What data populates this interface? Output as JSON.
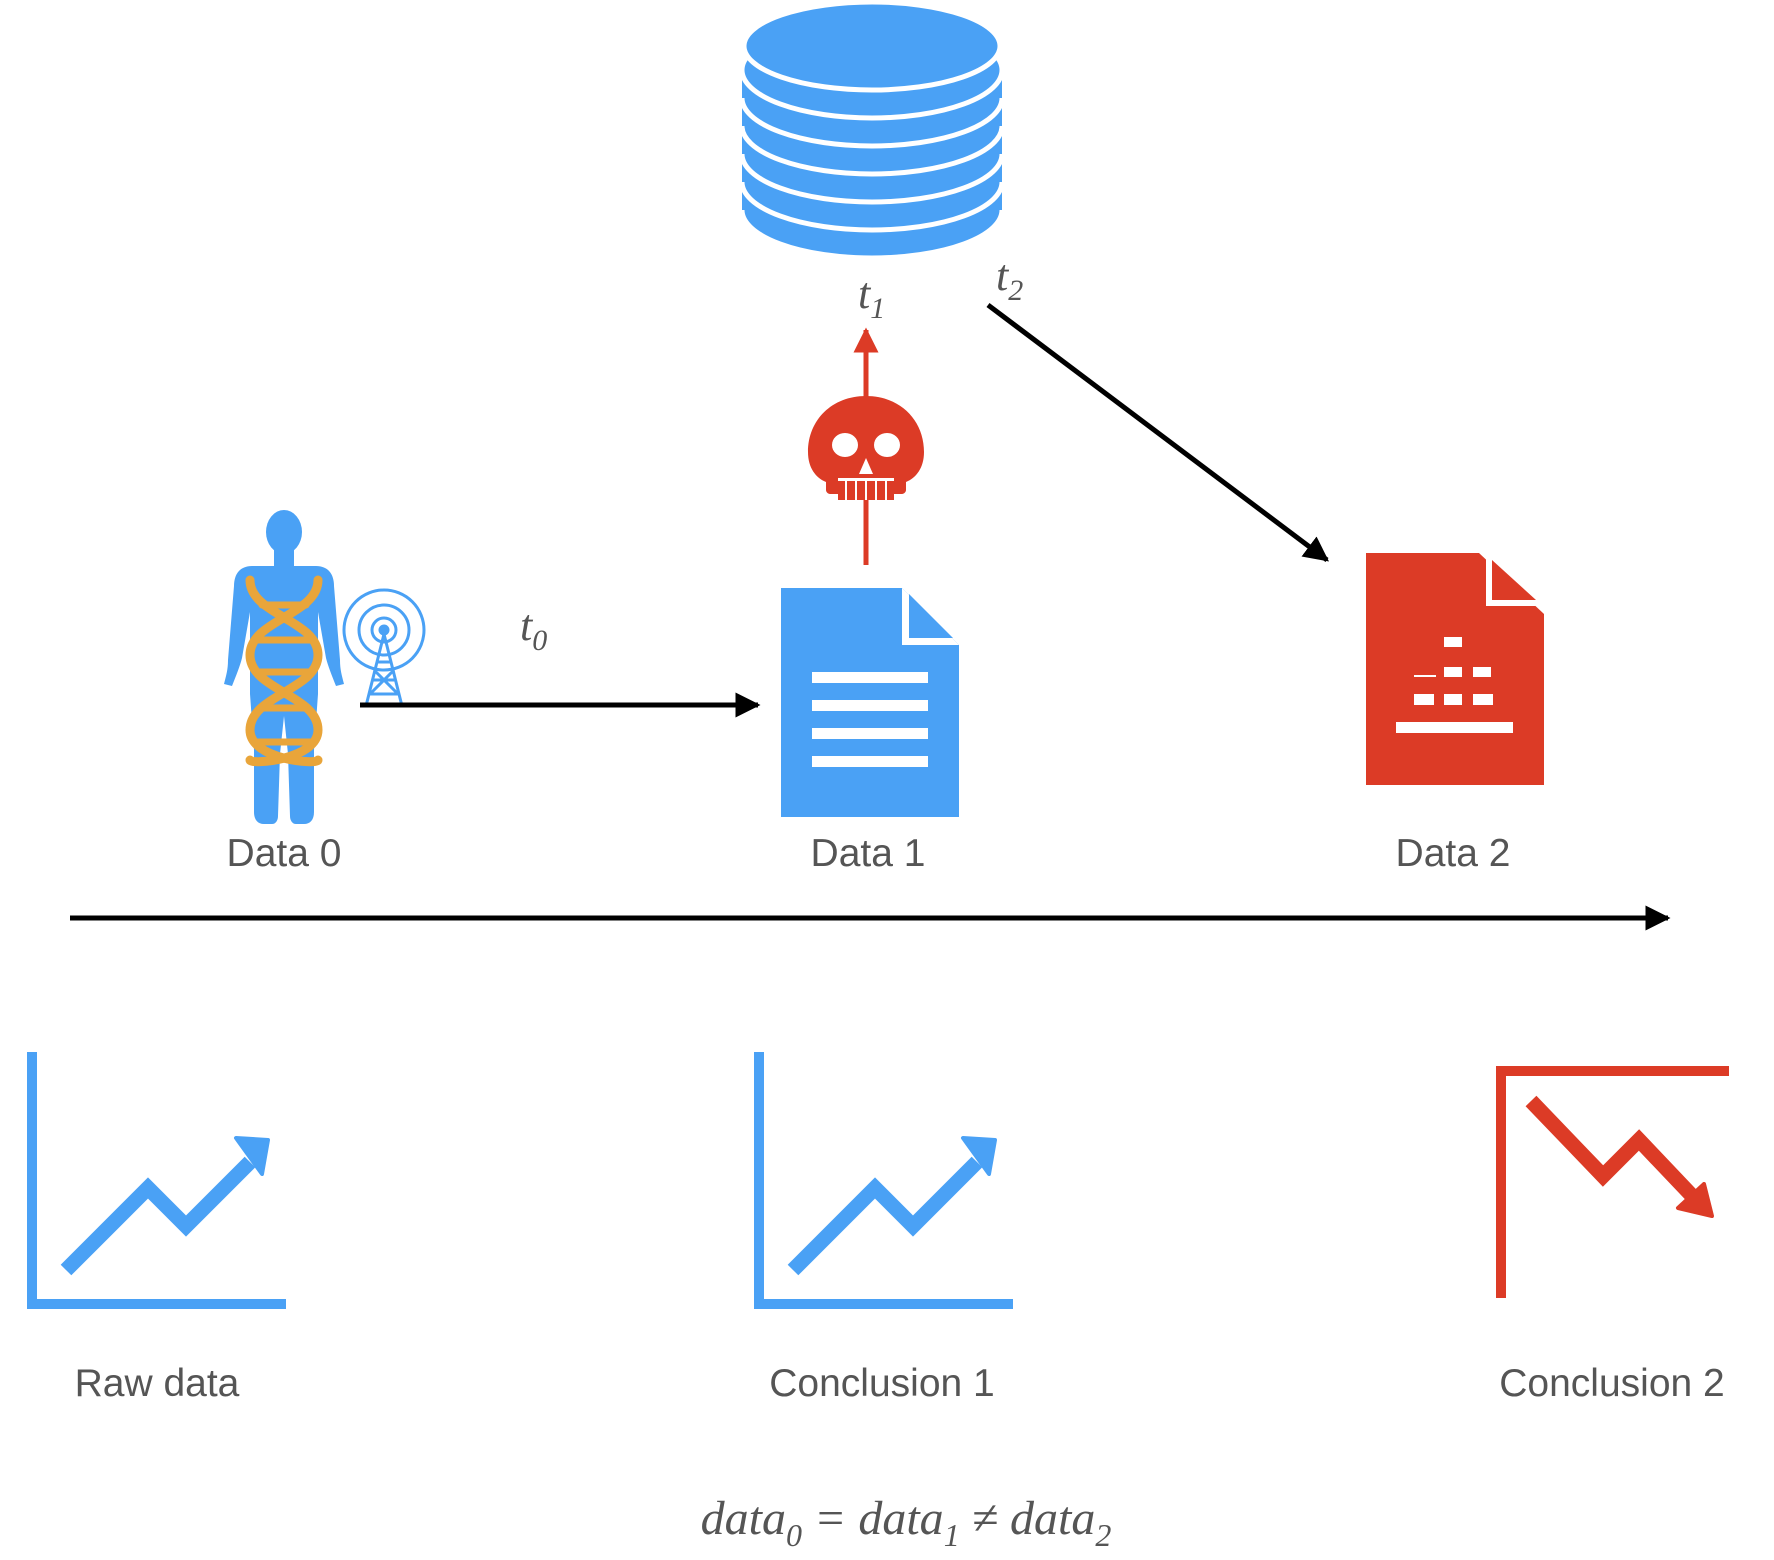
{
  "colors": {
    "blue": "#4aa1f5",
    "red": "#dc3b26",
    "orange": "#e9a53a",
    "black": "#000000",
    "text": "#555555"
  },
  "nodes": {
    "data0": {
      "label": "Data 0",
      "icon": "human-dna-antenna-icon"
    },
    "data1": {
      "label": "Data 1",
      "icon": "document-icon"
    },
    "data2": {
      "label": "Data 2",
      "icon": "red-document-chart-icon"
    },
    "database": {
      "icon": "database-icon"
    }
  },
  "edges": {
    "t0": {
      "base": "t",
      "sub": "0"
    },
    "t1": {
      "base": "t",
      "sub": "1"
    },
    "t2": {
      "base": "t",
      "sub": "2"
    }
  },
  "attack": {
    "icon": "skull-icon"
  },
  "charts": {
    "raw": {
      "label": "Raw data",
      "trend": "up"
    },
    "c1": {
      "label": "Conclusion 1",
      "trend": "up"
    },
    "c2": {
      "label": "Conclusion 2",
      "trend": "down"
    }
  },
  "equation": {
    "t0": "data",
    "s0": "0",
    "op1": "=",
    "t1": "data",
    "s1": "1",
    "op2": "≠",
    "t2": "data",
    "s2": "2"
  }
}
